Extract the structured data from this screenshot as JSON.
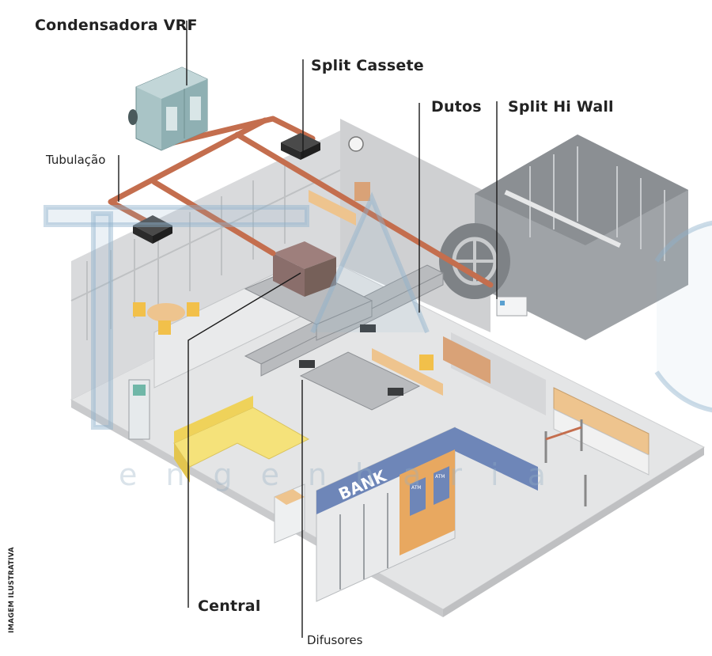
{
  "labels": {
    "condensadora": "Condensadora VRF",
    "split_cassete": "Split Cassete",
    "dutos": "Dutos",
    "split_hi_wall": "Split Hi Wall",
    "tubulacao": "Tubulação",
    "central": "Central",
    "difusores": "Difusores",
    "imagem_ilustrativa": "IMAGEM ILUSTRATIVA"
  },
  "signage": {
    "bank": "BANK",
    "atm": "ATM"
  },
  "watermark": {
    "sub": "engenharia"
  },
  "colors": {
    "pipe": "#c46e4e",
    "floor": "#e4e5e6",
    "wall": "#d2d3d5",
    "dark_wall": "#9fa3a7",
    "sofa": "#f5e27a",
    "chair": "#f2c04a",
    "desk": "#eec48e",
    "bank_blue": "#6e86b8",
    "atm_orange": "#e8a860",
    "duct": "#b9bbbe",
    "cassette": "#333333",
    "condenser": "#a9c4c6",
    "watermark": "#8fb2cc"
  }
}
